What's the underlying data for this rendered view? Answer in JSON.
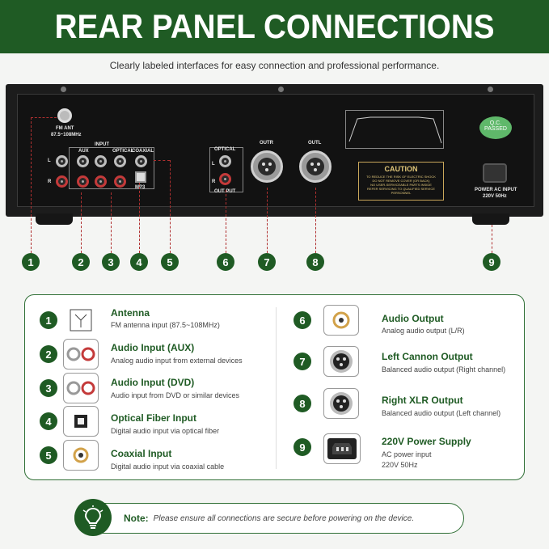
{
  "header": {
    "title": "REAR PANEL CONNECTIONS",
    "subtitle": "Clearly labeled interfaces for easy connection and professional performance."
  },
  "device": {
    "fm_ant": "FM ANT",
    "fm_range": "87.5~108MHz",
    "input": "INPUT",
    "aux": "AUX",
    "optical": "OPTICAL",
    "coaxial": "COAXIAL",
    "mp3": "MP3",
    "l": "L",
    "r": "R",
    "optical_out": "OPTICAL",
    "out_put": "OUT PUT",
    "outr": "OUTR",
    "outl": "OUTL",
    "caution_title": "CAUTION",
    "caution_lines": [
      "TO REDUCE THE RISK OF ELECTRIC SHOCK",
      "DO NOT REMOVE COVER (OR BACK)",
      "NO USER-SERVICEABLE PARTS INSIDE",
      "REFER SERVICING TO QUALIFIED SERVICE PERSONNEL"
    ],
    "qc": "Q.C.",
    "passed": "PASSED",
    "power": "POWER AC INPUT",
    "voltage": "220V  50Hz"
  },
  "callouts": [
    "1",
    "2",
    "3",
    "4",
    "5",
    "6",
    "7",
    "8",
    "9"
  ],
  "legend_left": [
    {
      "num": "1",
      "title": "Antenna",
      "desc": "FM antenna input (87.5~108MHz)",
      "icon": "antenna-icon"
    },
    {
      "num": "2",
      "title": "Audio Input (AUX)",
      "desc": "Analog audio input from external devices",
      "icon": "rca-pair-icon"
    },
    {
      "num": "3",
      "title": "Audio Input (DVD)",
      "desc": "Audio input from DVD or similar devices",
      "icon": "rca-pair-icon"
    },
    {
      "num": "4",
      "title": "Optical Fiber Input",
      "desc": "Digital audio input via optical fiber",
      "icon": "optical-port-icon"
    },
    {
      "num": "5",
      "title": "Coaxial Input",
      "desc": "Digital audio input via coaxial cable",
      "icon": "coaxial-port-icon"
    }
  ],
  "legend_right": [
    {
      "num": "6",
      "title": "Audio Output",
      "desc": "Analog audio output (L/R)",
      "icon": "rca-output-icon"
    },
    {
      "num": "7",
      "title": "Left Cannon Output",
      "desc": "Balanced audio output (Right channel)",
      "icon": "xlr-icon"
    },
    {
      "num": "8",
      "title": "Right XLR Output",
      "desc": "Balanced audio output (Left channel)",
      "icon": "xlr-icon"
    },
    {
      "num": "9",
      "title": "220V Power Supply",
      "desc": "AC power input",
      "desc2": "220V 50Hz",
      "icon": "power-socket-icon"
    }
  ],
  "note": {
    "label": "Note:",
    "text": "Please ensure all connections are secure before powering on the device.",
    "icon": "lightbulb-icon"
  },
  "colors": {
    "brand_green": "#1f5b24",
    "callout_red": "#b03030"
  }
}
